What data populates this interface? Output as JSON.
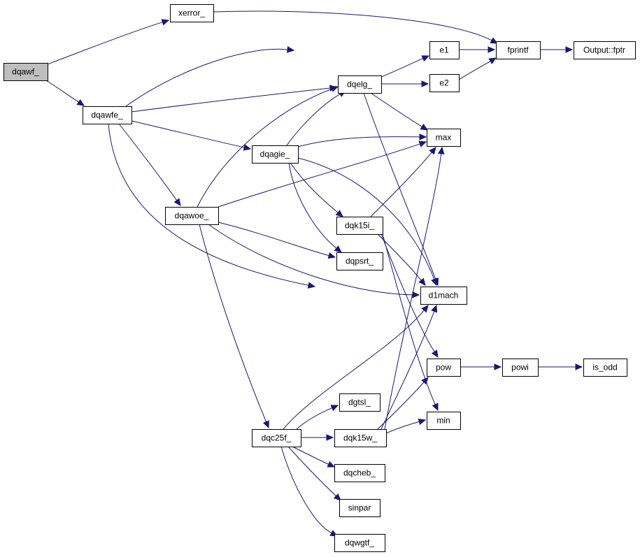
{
  "graph": {
    "nodes": [
      {
        "id": "dqawf",
        "label": "dqawf_"
      },
      {
        "id": "xerror",
        "label": "xerror_"
      },
      {
        "id": "dqawfe",
        "label": "dqawfe_"
      },
      {
        "id": "fprintf",
        "label": "fprintf"
      },
      {
        "id": "output_fptr",
        "label": "Output::fptr"
      },
      {
        "id": "e1",
        "label": "e1"
      },
      {
        "id": "e2",
        "label": "e2"
      },
      {
        "id": "dqelg",
        "label": "dqelg_"
      },
      {
        "id": "max",
        "label": "max"
      },
      {
        "id": "dqagie",
        "label": "dqagie_"
      },
      {
        "id": "dqawoe",
        "label": "dqawoe_"
      },
      {
        "id": "dqk15i",
        "label": "dqk15i_"
      },
      {
        "id": "dqpsrt",
        "label": "dqpsrt_"
      },
      {
        "id": "d1mach",
        "label": "d1mach"
      },
      {
        "id": "pow",
        "label": "pow"
      },
      {
        "id": "powi",
        "label": "powi"
      },
      {
        "id": "is_odd",
        "label": "is_odd"
      },
      {
        "id": "dgtsl",
        "label": "dgtsl_"
      },
      {
        "id": "min",
        "label": "min"
      },
      {
        "id": "dqc25f",
        "label": "dqc25f_"
      },
      {
        "id": "dqk15w",
        "label": "dqk15w_"
      },
      {
        "id": "dqcheb",
        "label": "dqcheb_"
      },
      {
        "id": "sinpar",
        "label": "sinpar"
      },
      {
        "id": "dqwgtf",
        "label": "dqwgtf_"
      }
    ],
    "edges": [
      {
        "from": "dqawf",
        "to": "xerror"
      },
      {
        "from": "dqawf",
        "to": "dqawfe"
      },
      {
        "from": "xerror",
        "to": "fprintf"
      },
      {
        "from": "fprintf",
        "to": "output_fptr"
      },
      {
        "from": "e1",
        "to": "fprintf"
      },
      {
        "from": "e2",
        "to": "fprintf"
      },
      {
        "from": "dqelg",
        "to": "e1"
      },
      {
        "from": "dqelg",
        "to": "e2"
      },
      {
        "from": "dqelg",
        "to": "max"
      },
      {
        "from": "dqelg",
        "to": "d1mach"
      },
      {
        "from": "dqawfe",
        "to": "dqelg"
      },
      {
        "from": "dqawfe",
        "to": "max"
      },
      {
        "from": "dqawfe",
        "to": "dqagie"
      },
      {
        "from": "dqawfe",
        "to": "dqawoe"
      },
      {
        "from": "dqawfe",
        "to": "d1mach"
      },
      {
        "from": "dqagie",
        "to": "dqelg"
      },
      {
        "from": "dqagie",
        "to": "max"
      },
      {
        "from": "dqagie",
        "to": "dqk15i"
      },
      {
        "from": "dqagie",
        "to": "dqpsrt"
      },
      {
        "from": "dqagie",
        "to": "d1mach"
      },
      {
        "from": "dqawoe",
        "to": "dqelg"
      },
      {
        "from": "dqawoe",
        "to": "max"
      },
      {
        "from": "dqawoe",
        "to": "dqpsrt"
      },
      {
        "from": "dqawoe",
        "to": "d1mach"
      },
      {
        "from": "dqawoe",
        "to": "dqc25f"
      },
      {
        "from": "dqk15i",
        "to": "max"
      },
      {
        "from": "dqk15i",
        "to": "d1mach"
      },
      {
        "from": "dqk15i",
        "to": "pow"
      },
      {
        "from": "dqk15i",
        "to": "min"
      },
      {
        "from": "pow",
        "to": "powi"
      },
      {
        "from": "powi",
        "to": "is_odd"
      },
      {
        "from": "dqc25f",
        "to": "d1mach"
      },
      {
        "from": "dqc25f",
        "to": "dgtsl"
      },
      {
        "from": "dqc25f",
        "to": "dqk15w"
      },
      {
        "from": "dqc25f",
        "to": "dqcheb"
      },
      {
        "from": "dqc25f",
        "to": "sinpar"
      },
      {
        "from": "dqc25f",
        "to": "dqwgtf"
      },
      {
        "from": "dqk15w",
        "to": "max"
      },
      {
        "from": "dqk15w",
        "to": "d1mach"
      },
      {
        "from": "dqk15w",
        "to": "pow"
      },
      {
        "from": "dqk15w",
        "to": "min"
      }
    ]
  }
}
